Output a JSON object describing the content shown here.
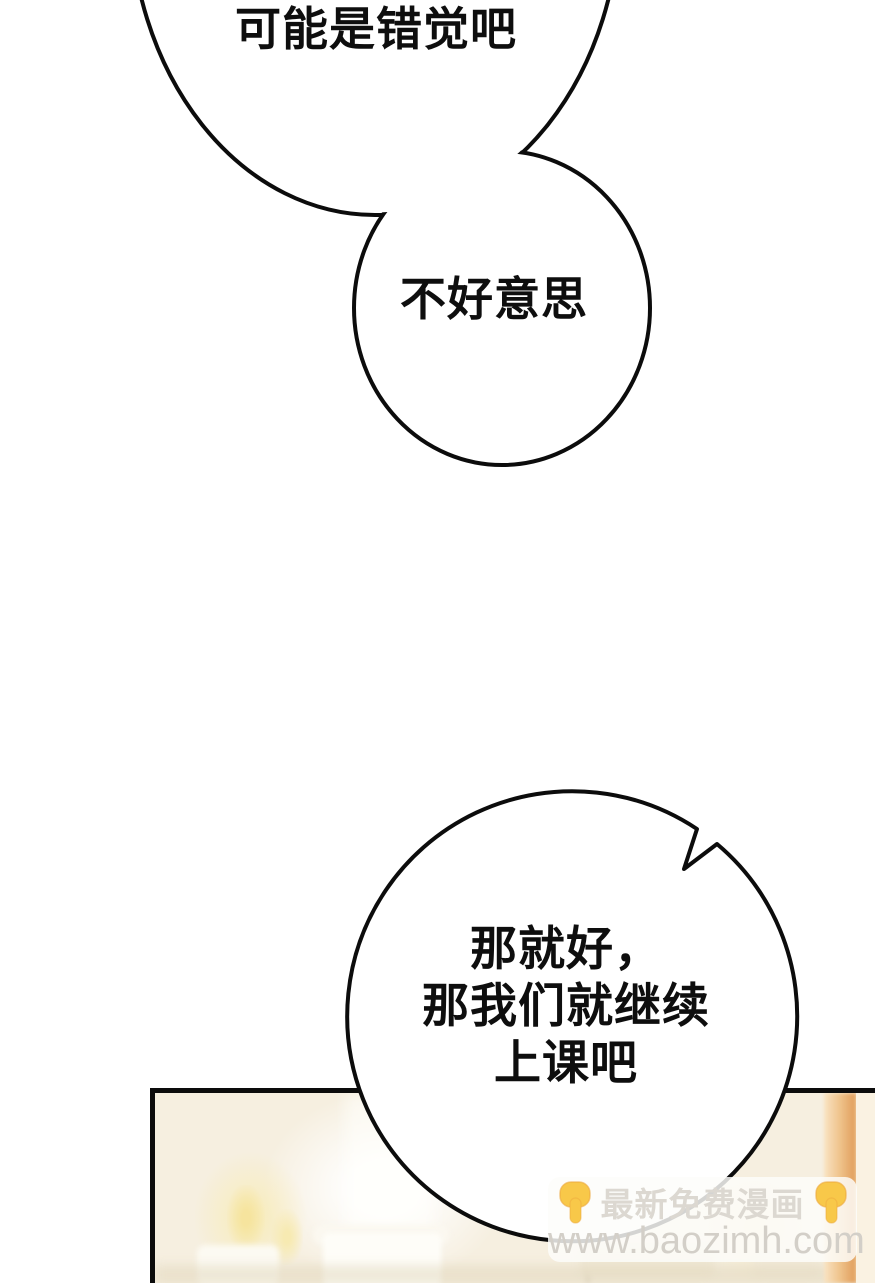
{
  "comic": {
    "bubbles": {
      "top": {
        "text": "可能是错觉吧"
      },
      "middle": {
        "text": "不好意思"
      },
      "bottom": {
        "line1": "那就好，",
        "line2": "那我们就继续",
        "line3": "上课吧"
      }
    },
    "panel_scene": "blurred-candlelit-room"
  },
  "watermark": {
    "label": "最新免费漫画",
    "url": "www.baozimh.com",
    "left_icon": "finger-pointing-down",
    "right_icon": "finger-pointing-down"
  },
  "colors": {
    "background": "#ffffff",
    "outline": "#0c0c0c",
    "bubble_fill": "#ffffff",
    "panel_background": "#f6efe0",
    "candle_glow": "#f8ecb8",
    "wood_accent": "#e2a160",
    "emoji_yellow": "#f8c849",
    "watermark_text": "#d3cfc8"
  }
}
